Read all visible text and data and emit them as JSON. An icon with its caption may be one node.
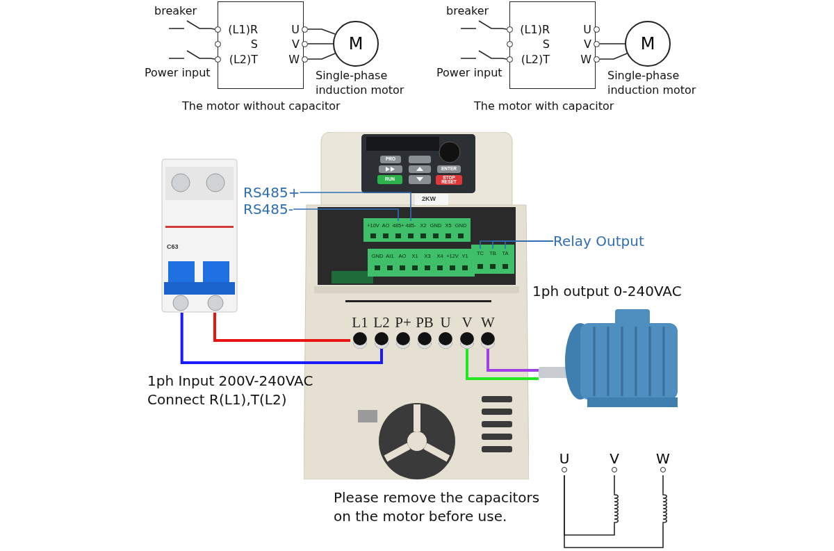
{
  "diagram": {
    "nodes": [
      {
        "text": [],
        "shape": "box"
      },
      {
        "text": [
          "(L1)R"
        ],
        "in": 0
      },
      {
        "text": [
          "S"
        ],
        "in": 0
      },
      {
        "text": [
          "(L2)T"
        ],
        "in": 0
      },
      {
        "text": [
          "U"
        ],
        "in": 0
      },
      {
        "text": [
          "V"
        ],
        "in": 0
      },
      {
        "text": [
          "W"
        ],
        "in": 0
      },
      {
        "text": [],
        "shape": "switch"
      },
      {
        "text": [],
        "shape": "switch"
      },
      {
        "text": [
          "M"
        ],
        "beside": [
          "Single-phase induction motor"
        ]
      },
      {
        "text": [],
        "shape": "box"
      },
      {
        "text": [
          "(L1)R"
        ],
        "in": 10
      },
      {
        "text": [
          "S"
        ],
        "in": 10
      },
      {
        "text": [
          "(L2)T"
        ],
        "in": 10
      },
      {
        "text": [
          "U"
        ],
        "in": 10
      },
      {
        "text": [
          "V"
        ],
        "in": 10
      },
      {
        "text": [
          "W"
        ],
        "in": 10
      },
      {
        "text": [],
        "shape": "switch"
      },
      {
        "text": [],
        "shape": "switch"
      },
      {
        "text": [
          "M"
        ],
        "beside": [
          "Single-phase induction motor"
        ]
      },
      {
        "text": [],
        "shape": "picture"
      },
      {
        "text": [],
        "shape": "picture"
      },
      {
        "text": [
          "L1"
        ],
        "in": 21
      },
      {
        "text": [
          "L2"
        ],
        "in": 21
      },
      {
        "text": [
          "P+"
        ],
        "in": 21
      },
      {
        "text": [
          "PB"
        ],
        "in": 21
      },
      {
        "text": [
          "U"
        ],
        "in": 21
      },
      {
        "text": [
          "V"
        ],
        "in": 21
      },
      {
        "text": [
          "W"
        ],
        "in": 21
      },
      {
        "text": [
          "485+"
        ],
        "in": 21
      },
      {
        "text": [
          "485-"
        ],
        "in": 21
      },
      {
        "text": [
          "TC"
        ],
        "in": 21
      },
      {
        "text": [
          "TB"
        ],
        "in": 21
      },
      {
        "text": [
          "TA"
        ],
        "in": 21
      },
      {
        "text": [
          "RS485+"
        ]
      },
      {
        "text": [
          "RS485-"
        ]
      },
      {
        "text": [
          "Relay Output"
        ]
      },
      {
        "text": [],
        "shape": "picture"
      },
      {
        "text": [
          "U"
        ]
      },
      {
        "text": [
          "V"
        ]
      },
      {
        "text": [
          "W"
        ]
      },
      {
        "text": [],
        "shape": "coil"
      },
      {
        "text": [],
        "shape": "coil"
      }
    ],
    "edges": [
      {
        "from": 7,
        "to": 1,
        "arrow": "none"
      },
      {
        "from": 8,
        "to": 3,
        "arrow": "none"
      },
      {
        "from": 4,
        "to": 9,
        "arrow": "none"
      },
      {
        "from": 5,
        "to": 9,
        "arrow": "none"
      },
      {
        "from": 6,
        "to": 9,
        "arrow": "none"
      },
      {
        "from": 17,
        "to": 11,
        "arrow": "none"
      },
      {
        "from": 18,
        "to": 13,
        "arrow": "none"
      },
      {
        "from": 15,
        "to": 19,
        "arrow": "none"
      },
      {
        "from": 16,
        "to": 19,
        "arrow": "none"
      },
      {
        "from": 20,
        "to": 22,
        "arrow": "none",
        "style": "thick",
        "color": "#e81414"
      },
      {
        "from": 20,
        "to": 23,
        "arrow": "none",
        "style": "thick",
        "color": "#1a1aff"
      },
      {
        "from": 27,
        "to": 37,
        "arrow": "none",
        "style": "thick",
        "color": "#22e822"
      },
      {
        "from": 28,
        "to": 37,
        "arrow": "none",
        "style": "thick",
        "color": "#a040e8"
      },
      {
        "from": 34,
        "to": 30,
        "arrow": "none",
        "color": "#2e6db4"
      },
      {
        "from": 35,
        "to": 29,
        "arrow": "none",
        "color": "#2e6db4"
      },
      {
        "from": 36,
        "to": 31,
        "arrow": "none",
        "color": "#2e6db4"
      },
      {
        "from": 36,
        "to": 32,
        "arrow": "none",
        "color": "#2e6db4"
      },
      {
        "from": 36,
        "to": 33,
        "arrow": "none",
        "color": "#2e6db4"
      },
      {
        "from": 39,
        "to": 41,
        "arrow": "none"
      },
      {
        "from": 40,
        "to": 42,
        "arrow": "none"
      },
      {
        "from": 38,
        "to": 41,
        "arrow": "none"
      },
      {
        "from": 38,
        "to": 42,
        "arrow": "none"
      }
    ],
    "labels": [
      "breaker",
      "Power input",
      "The motor without capacitor",
      "breaker",
      "Power input",
      "The motor with capacitor",
      "PRO",
      "ENTER",
      "RUN",
      "STOP RESET",
      "2KW",
      "C63",
      "+10V",
      "AO",
      "X2",
      "GND",
      "X5",
      "GND",
      "GND",
      "AI1",
      "AO",
      "X1",
      "X3",
      "X4",
      "+12V",
      "Y1",
      "1ph output 0-240VAC",
      "1ph Input 200V-240VAC Connect R(L1),T(L2)",
      "Please remove the capacitors on the motor before use."
    ]
  }
}
